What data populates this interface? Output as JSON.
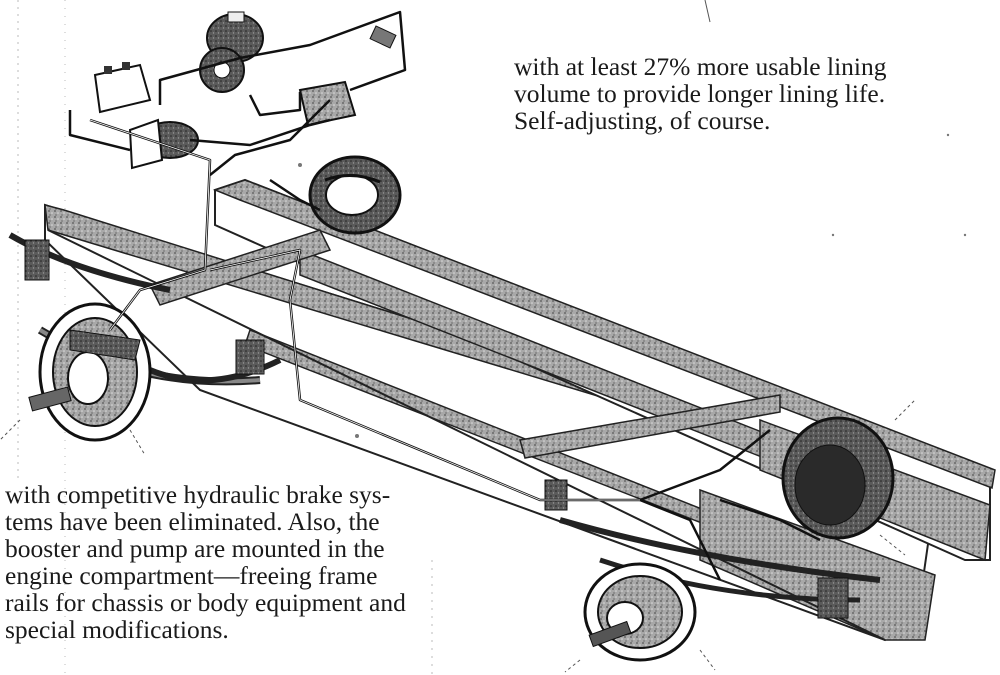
{
  "caption_top": {
    "lines": [
      "with at least 27% more usable lining",
      "volume to provide longer lining life.",
      "Self-adjusting, of course."
    ]
  },
  "caption_bottom": {
    "lines": [
      "with competitive hydraulic brake sys-",
      "tems have been eliminated. Also, the",
      "booster and pump are mounted in the",
      "engine compartment—freeing frame",
      "rails for chassis or body equipment and",
      "special modifications."
    ]
  },
  "colors": {
    "ink": "#1a1a1a",
    "frame_shade": "#9a9a9a",
    "paper": "#ffffff"
  }
}
